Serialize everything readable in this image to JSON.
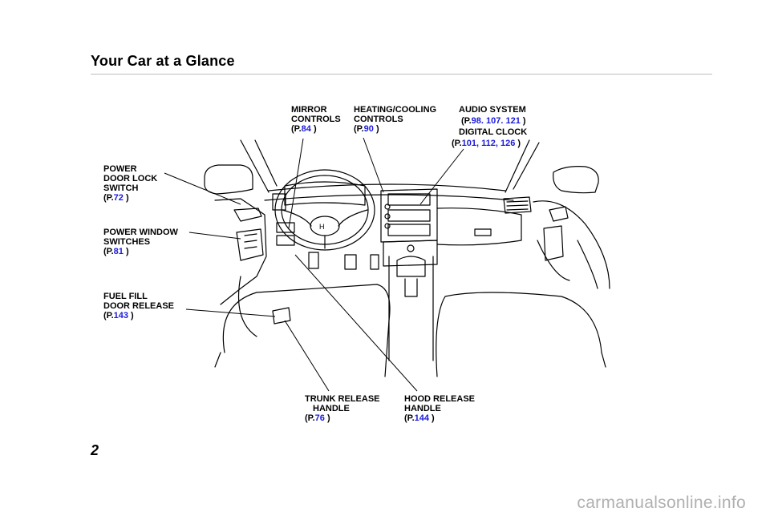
{
  "page": {
    "title": "Your Car at a Glance",
    "number": "2"
  },
  "watermark": "carmanualsonline.info",
  "labels": {
    "mirror": {
      "line1": "MIRROR",
      "line2": "CONTROLS",
      "open": "(P.",
      "ref": "84",
      "close": " )"
    },
    "heating": {
      "line1": "HEATING/COOLING",
      "line2": "CONTROLS",
      "open": "(P.",
      "ref": "90",
      "close": " )"
    },
    "audio": {
      "line1": "AUDIO SYSTEM",
      "open": "(P.",
      "ref1": "98.",
      "ref2": "107.",
      "ref3": "121",
      "close": " )"
    },
    "clock": {
      "line1": "DIGITAL CLOCK",
      "open": "(P.",
      "ref1": "101,",
      "ref2": "112,",
      "ref3": "126",
      "close": " )"
    },
    "door_lock": {
      "line1": "POWER",
      "line2": "DOOR LOCK",
      "line3": "SWITCH",
      "open": "(P.",
      "ref": "72",
      "close": " )"
    },
    "window": {
      "line1": "POWER WINDOW",
      "line2": "SWITCHES",
      "open": "(P.",
      "ref": "81",
      "close": " )"
    },
    "fuel": {
      "line1": "FUEL FILL",
      "line2": "DOOR RELEASE",
      "open": "(P.",
      "ref": "143",
      "close": " )"
    },
    "trunk": {
      "line1": "TRUNK RELEASE",
      "line2": "HANDLE",
      "open": "(P.",
      "ref": "76",
      "close": " )"
    },
    "hood": {
      "line1": "HOOD RELEASE",
      "line2": "HANDLE",
      "open": "(P.",
      "ref": "144",
      "close": " )"
    }
  },
  "colors": {
    "reference": "#1a1adc",
    "rule": "#bdbdbd",
    "watermark": "#b0b0b0"
  }
}
